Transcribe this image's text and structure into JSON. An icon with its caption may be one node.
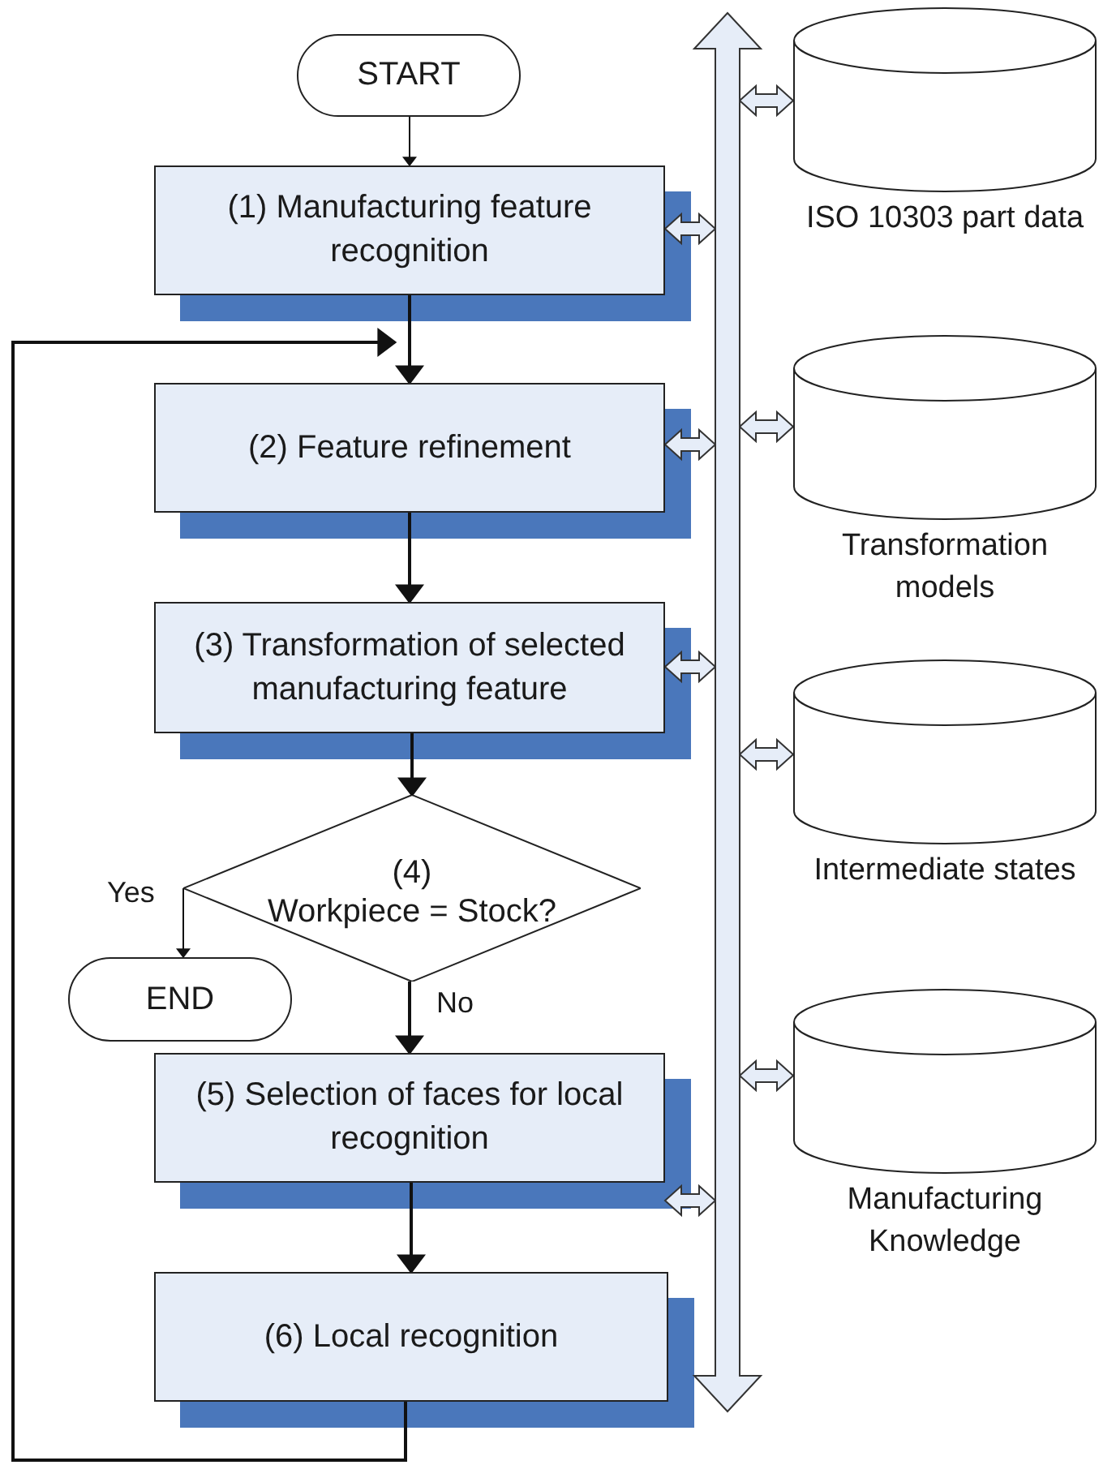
{
  "diagram": {
    "nodes": [
      {
        "text": [
          "START"
        ]
      },
      {
        "text": [
          "(1) Manufacturing feature recognition"
        ]
      },
      {
        "text": [
          "(2) Feature refinement"
        ]
      },
      {
        "text": [
          "(3) Transformation of selected manufacturing feature"
        ]
      },
      {
        "text": [
          "(4)",
          "Workpiece = Stock?"
        ]
      },
      {
        "text": [
          "END"
        ]
      },
      {
        "text": [
          "(5) Selection of faces for local recognition"
        ]
      },
      {
        "text": [
          "(6) Local recognition"
        ]
      },
      {
        "text": [],
        "shape": "bar"
      },
      {
        "text": [
          "ISO 10303 part data"
        ]
      },
      {
        "text": [
          "Transformation models"
        ]
      },
      {
        "text": [
          "Intermediate states"
        ]
      },
      {
        "text": [
          "Manufacturing Knowledge"
        ]
      }
    ],
    "edges": [
      {
        "from": 0,
        "to": 1,
        "arrow": "to"
      },
      {
        "from": 1,
        "to": 2,
        "arrow": "to"
      },
      {
        "from": 2,
        "to": 3,
        "arrow": "to"
      },
      {
        "from": 3,
        "to": 4,
        "arrow": "to"
      },
      {
        "from": 4,
        "to": 5,
        "arrow": "to",
        "label": "Yes"
      },
      {
        "from": 4,
        "to": 6,
        "arrow": "to",
        "label": "No"
      },
      {
        "from": 6,
        "to": 7,
        "arrow": "to"
      },
      {
        "from": 7,
        "to": 2,
        "arrow": "to"
      },
      {
        "from": 1,
        "to": 8,
        "arrow": "both"
      },
      {
        "from": 2,
        "to": 8,
        "arrow": "both"
      },
      {
        "from": 3,
        "to": 8,
        "arrow": "both"
      },
      {
        "from": 6,
        "to": 8,
        "arrow": "both"
      },
      {
        "from": 8,
        "to": 9,
        "arrow": "both"
      },
      {
        "from": 8,
        "to": 10,
        "arrow": "both"
      },
      {
        "from": 8,
        "to": 11,
        "arrow": "both"
      },
      {
        "from": 8,
        "to": 12,
        "arrow": "both"
      }
    ]
  }
}
